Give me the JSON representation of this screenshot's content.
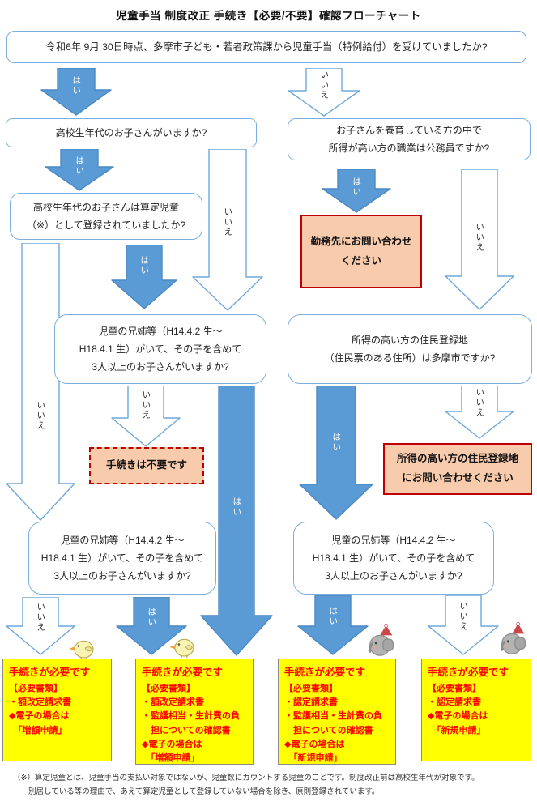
{
  "title": "児童手当 制度改正 手続き【必要/不要】確認フローチャート",
  "labels": {
    "yes": "はい",
    "no": "いいえ"
  },
  "nodes": {
    "start": "令和6年 9月 30日時点、多摩市子ども・若者政策課から児童手当（特例給付）を受けていましたか?",
    "q_highschool": "高校生年代のお子さんがいますか?",
    "q_registered": [
      "高校生年代のお子さんは算定児童",
      "（※）として登録されていましたか?"
    ],
    "q_siblings_a": [
      "児童の兄姉等（H14.4.2 生～",
      "H18.4.1 生）がいて、その子を含めて",
      "3人以上のお子さんがいますか?"
    ],
    "q_siblings_b": [
      "児童の兄姉等（H14.4.2 生～",
      "H18.4.1 生）がいて、その子を含めて",
      "3人以上のお子さんがいますか?"
    ],
    "q_public_servant": [
      "お子さんを養育している方の中で",
      "所得が高い方の職業は公務員ですか?"
    ],
    "q_residence": [
      "所得の高い方の住民登録地",
      "（住民票のある住所）は多摩市ですか?"
    ],
    "q_siblings_c": [
      "児童の兄姉等（H14.4.2 生～",
      "H18.4.1 生）がいて、その子を含めて",
      "3人以上のお子さんがいますか?"
    ]
  },
  "outcomes": {
    "not_required": "手続きは不要です",
    "contact_employer": [
      "勤務先にお問い合わせ",
      "ください"
    ],
    "contact_municipality": [
      "所得の高い方の住民登録地",
      "にお問い合わせください"
    ]
  },
  "results": [
    {
      "heading": "手続きが必要です",
      "lines": [
        "【必要書類】",
        "・額改定請求書",
        "◆電子の場合は",
        "　「増額申請」"
      ]
    },
    {
      "heading": "手続きが必要です",
      "lines": [
        "【必要書類】",
        "・額改定請求書",
        "・監護相当・生計費の負",
        "　担についての確認書",
        "◆電子の場合は",
        "　「増額申請」"
      ]
    },
    {
      "heading": "手続きが必要です",
      "lines": [
        "【必要書類】",
        "・認定請求書",
        "・監護相当・生計費の負",
        "　担についての確認書",
        "◆電子の場合は",
        "　「新規申請」"
      ]
    },
    {
      "heading": "手続きが必要です",
      "lines": [
        "【必要書類】",
        "・認定請求書",
        "◆電子の場合は",
        "　「新規申請」"
      ]
    }
  ],
  "footnote": [
    "（※）算定児童とは、児童手当の支払い対象ではないが、児童数にカウントする児童のことです。制度改正前は高校生年代が対象です。",
    "　　別居している等の理由で、あえて算定児童として登録していない場合を除き、原則登録されています。"
  ]
}
